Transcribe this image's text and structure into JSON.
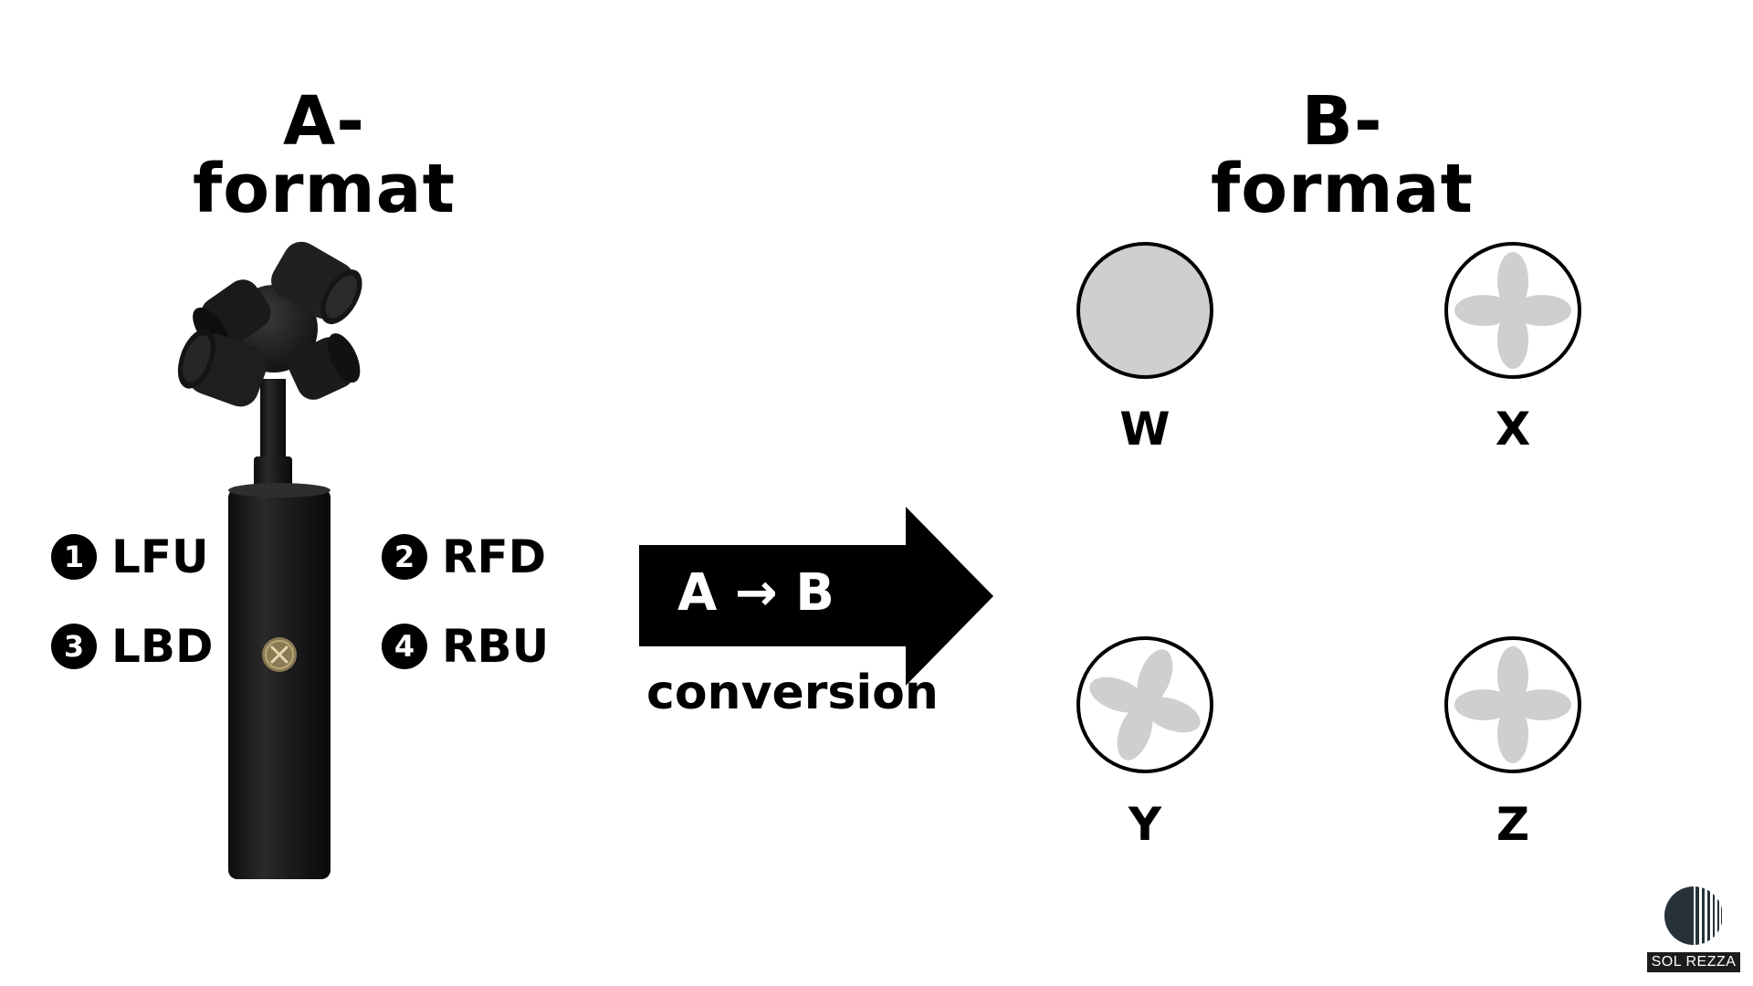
{
  "a_format": {
    "title": "A-format",
    "capsules": [
      {
        "number": "1",
        "label": "LFU"
      },
      {
        "number": "2",
        "label": "RFD"
      },
      {
        "number": "3",
        "label": "LBD"
      },
      {
        "number": "4",
        "label": "RBU"
      }
    ]
  },
  "conversion": {
    "arrow_label": "A → B",
    "caption": "conversion"
  },
  "b_format": {
    "title": "B-format",
    "channels": [
      {
        "label": "W",
        "pattern": "omnidirectional-circle"
      },
      {
        "label": "X",
        "pattern": "four-lobe"
      },
      {
        "label": "Y",
        "pattern": "four-lobe-rotated"
      },
      {
        "label": "Z",
        "pattern": "four-lobe"
      }
    ]
  },
  "logo": {
    "text": "SOL REZZA"
  },
  "colors": {
    "foreground": "#000000",
    "pattern_fill": "#cfcfcf",
    "mic_body": "#1a1a1a",
    "badge": "#8a7a55"
  }
}
